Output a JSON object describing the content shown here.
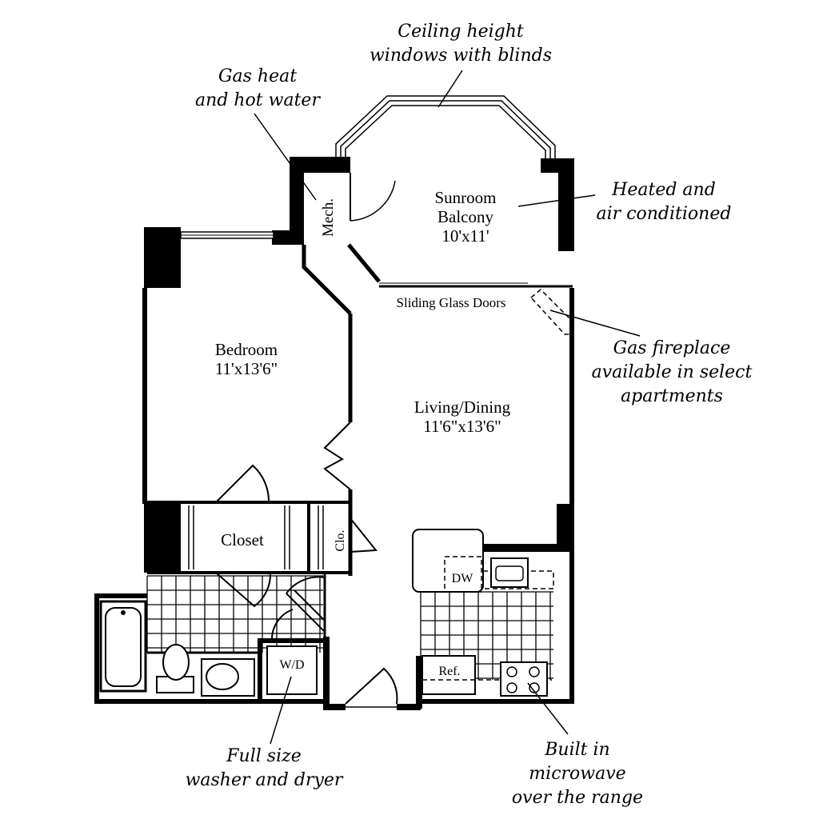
{
  "rooms": {
    "sunroom": {
      "name_line1": "Sunroom",
      "name_line2": "Balcony",
      "size": "10'x11'"
    },
    "bedroom": {
      "name": "Bedroom",
      "size": "11'x13'6\""
    },
    "living": {
      "name": "Living/Dining",
      "size": "11'6\"x13'6\""
    },
    "mech": "Mech.",
    "closet": "Closet",
    "clo": "Clo.",
    "dw": "DW",
    "wd": "W/D",
    "ref": "Ref.",
    "sliding_doors": "Sliding Glass Doors"
  },
  "annotations": {
    "windows": {
      "line1": "Ceiling height",
      "line2": "windows with blinds"
    },
    "gas_heat": {
      "line1": "Gas heat",
      "line2": "and hot water"
    },
    "heated": {
      "line1": "Heated and",
      "line2": "air conditioned"
    },
    "fireplace": {
      "line1": "Gas fireplace",
      "line2": "available in select",
      "line3": "apartments"
    },
    "washer": {
      "line1": "Full size",
      "line2": "washer and dryer"
    },
    "microwave": {
      "line1": "Built in",
      "line2": "microwave",
      "line3": "over the range"
    }
  }
}
